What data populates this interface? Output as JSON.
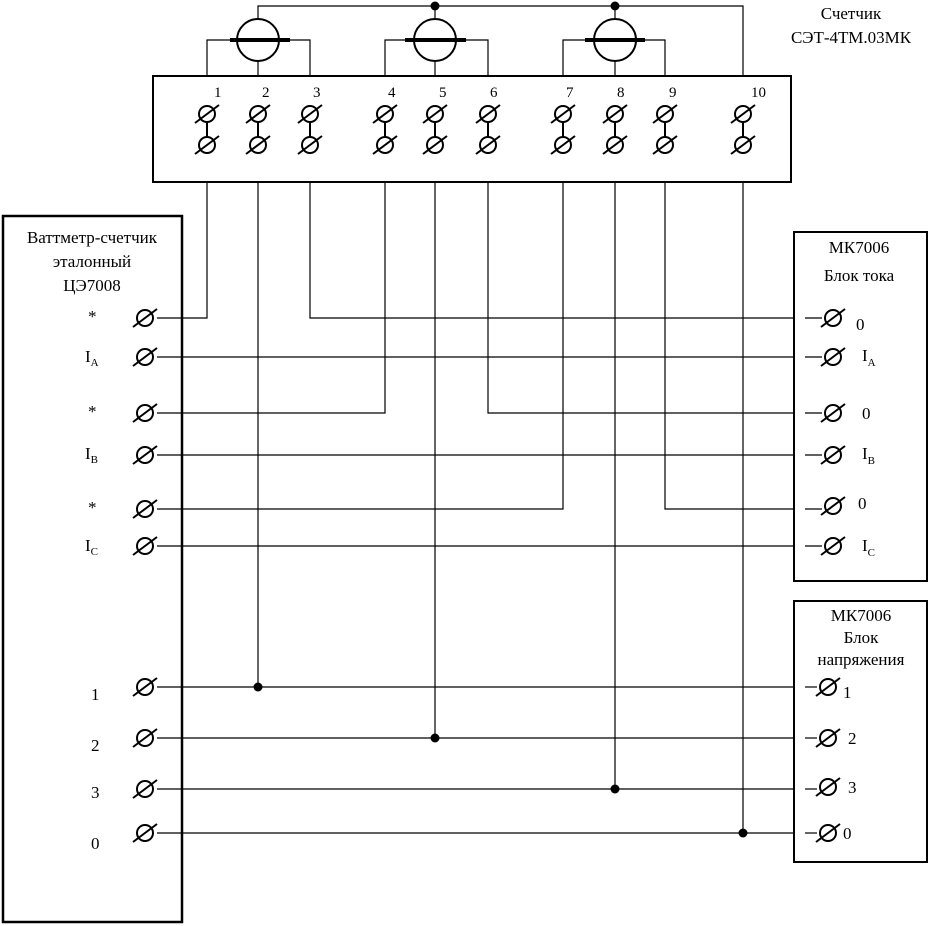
{
  "meter": {
    "title_line1": "Счетчик",
    "title_line2": "СЭТ-4ТМ.03МК",
    "terminals": [
      "1",
      "2",
      "3",
      "4",
      "5",
      "6",
      "7",
      "8",
      "9",
      "10"
    ]
  },
  "wattmeter": {
    "title_line1": "Ваттметр-счетчик",
    "title_line2": "эталонный",
    "title_line3": "ЦЭ7008",
    "current_labels": [
      {
        "main": "*",
        "sub": ""
      },
      {
        "main": "I",
        "sub": "A"
      },
      {
        "main": "*",
        "sub": ""
      },
      {
        "main": "I",
        "sub": "B"
      },
      {
        "main": "*",
        "sub": ""
      },
      {
        "main": "I",
        "sub": "C"
      }
    ],
    "voltage_labels": [
      "1",
      "2",
      "3",
      "0"
    ]
  },
  "current_block": {
    "title_line1": "МК7006",
    "title_line2": "Блок тока",
    "labels": [
      {
        "main": "0",
        "sub": ""
      },
      {
        "main": "I",
        "sub": "A"
      },
      {
        "main": "0",
        "sub": ""
      },
      {
        "main": "I",
        "sub": "B"
      },
      {
        "main": "0",
        "sub": ""
      },
      {
        "main": "I",
        "sub": "C"
      }
    ]
  },
  "voltage_block": {
    "title_line1": "МК7006",
    "title_line2": "Блок",
    "title_line3": "напряжения",
    "labels": [
      "1",
      "2",
      "3",
      "0"
    ]
  }
}
